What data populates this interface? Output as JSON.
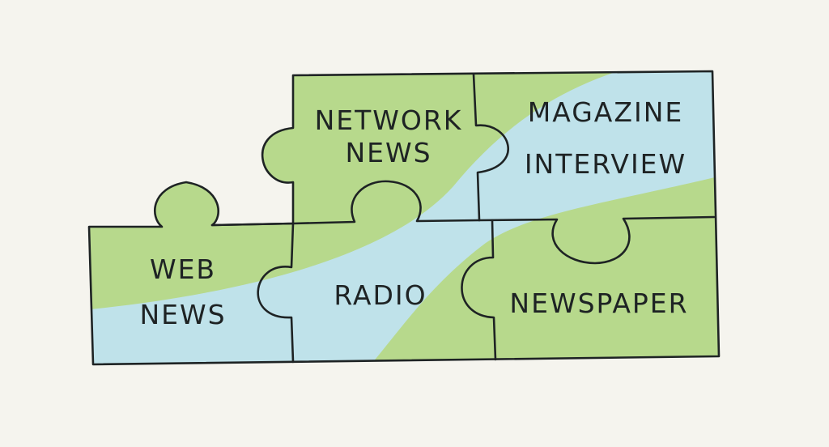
{
  "pieces": {
    "network_news": {
      "line1": "NETWORK",
      "line2": "NEWS"
    },
    "magazine_interview": {
      "line1": "MAGAZINE",
      "line2": "INTERVIEW"
    },
    "web_news": {
      "line1": "WEB",
      "line2": "NEWS"
    },
    "radio": {
      "line1": "RADIO"
    },
    "newspaper": {
      "line1": "NEWSPAPER"
    }
  },
  "colors": {
    "background": "#f5f4ee",
    "green": "#b7d98c",
    "blue": "#bfe2ea",
    "outline": "#1e2324"
  }
}
